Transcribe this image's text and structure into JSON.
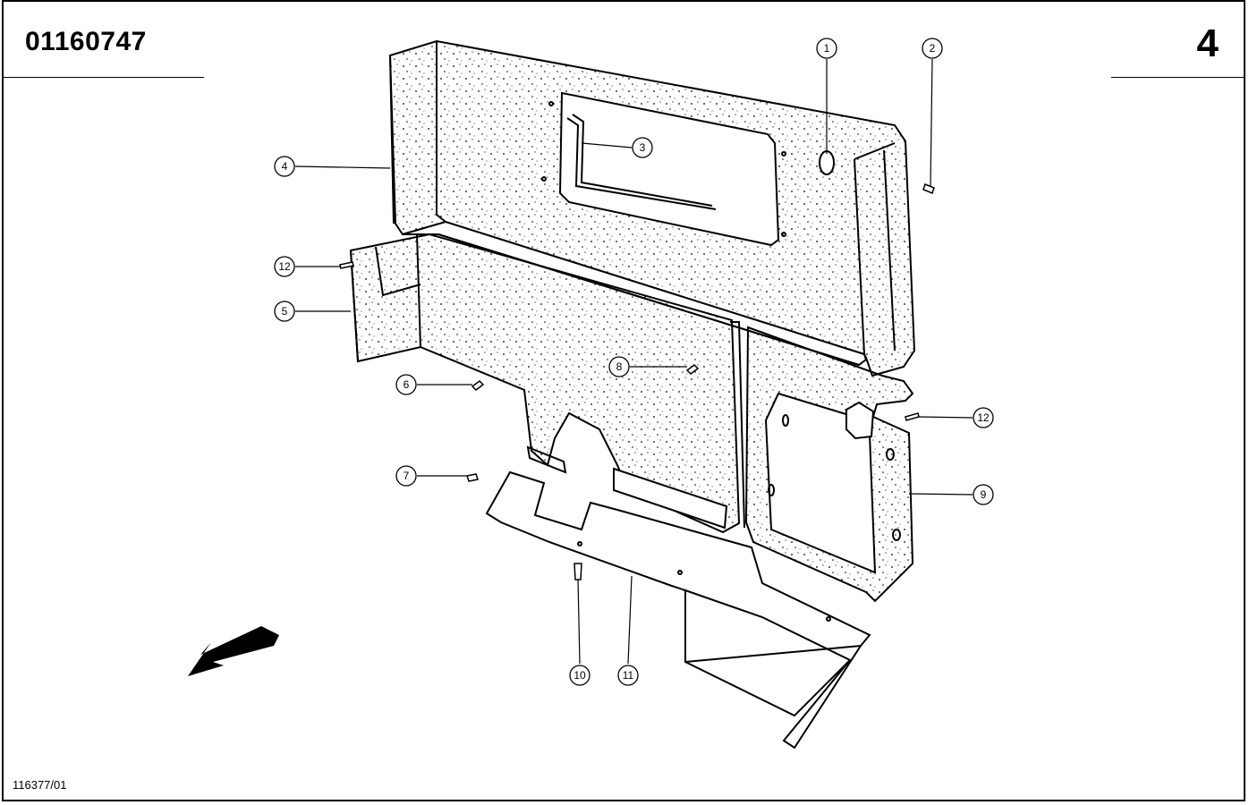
{
  "header": {
    "part_number": "01160747",
    "page_number": "4"
  },
  "footer": {
    "drawing_reference": "116377/01"
  },
  "callouts": [
    {
      "id": "1",
      "label": "1"
    },
    {
      "id": "2",
      "label": "2"
    },
    {
      "id": "3",
      "label": "3"
    },
    {
      "id": "4",
      "label": "4"
    },
    {
      "id": "5",
      "label": "5"
    },
    {
      "id": "6",
      "label": "6"
    },
    {
      "id": "7",
      "label": "7"
    },
    {
      "id": "8",
      "label": "8"
    },
    {
      "id": "9",
      "label": "9"
    },
    {
      "id": "10",
      "label": "10"
    },
    {
      "id": "11",
      "label": "11"
    },
    {
      "id": "12a",
      "label": "12"
    },
    {
      "id": "12b",
      "label": "12"
    }
  ],
  "icons": {
    "direction": "arrow-down-left-icon"
  }
}
